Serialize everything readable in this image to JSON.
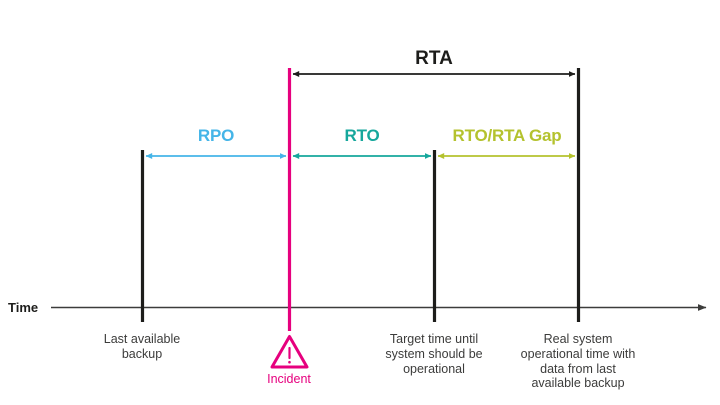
{
  "meta": {
    "title": "RPO / RTO / RTA disaster recovery timeline",
    "background": "#ffffff"
  },
  "colors": {
    "axis": "#3c3c3b",
    "marker": "#1d1d1b",
    "incident": "#e6007e",
    "rpo": "#45b5e8",
    "rto": "#16a79c",
    "gap": "#b4c22e",
    "rta": "#1d1d1b",
    "caption": "#3c3c3b"
  },
  "axis": {
    "label": "Time",
    "arrow_head": "arrow-right-icon"
  },
  "spans": [
    {
      "key": "rta",
      "label": "RTA",
      "color": "#1d1d1b",
      "from": "incident",
      "to": "real_operational",
      "arrow": "double"
    },
    {
      "key": "rpo",
      "label": "RPO",
      "color": "#45b5e8",
      "from": "last_backup",
      "to": "incident",
      "arrow": "double"
    },
    {
      "key": "rto",
      "label": "RTO",
      "color": "#16a79c",
      "from": "incident",
      "to": "target_time",
      "arrow": "double"
    },
    {
      "key": "gap",
      "label": "RTO/RTA Gap",
      "color": "#b4c22e",
      "from": "target_time",
      "to": "real_operational",
      "arrow": "double"
    }
  ],
  "markers": [
    {
      "key": "last_backup",
      "kind": "black-line",
      "caption": "Last available\nbackup",
      "caption_color": "#3c3c3b",
      "icon": null
    },
    {
      "key": "incident",
      "kind": "pink-line",
      "caption": "Incident",
      "caption_color": "#e6007e",
      "icon": "warning-triangle-icon"
    },
    {
      "key": "target_time",
      "kind": "black-line",
      "caption": "Target time until\nsystem should be\noperational",
      "caption_color": "#3c3c3b",
      "icon": null
    },
    {
      "key": "real_operational",
      "kind": "black-line",
      "caption": "Real system\noperational time with\ndata from last\navailable backup",
      "caption_color": "#3c3c3b",
      "icon": null
    }
  ]
}
